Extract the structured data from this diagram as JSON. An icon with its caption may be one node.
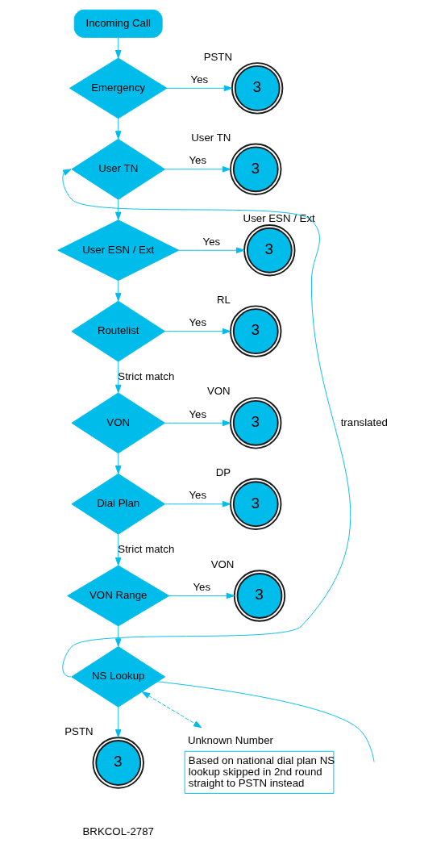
{
  "diagram": {
    "nodes": [
      {
        "text": [
          "Incoming Call"
        ]
      },
      {
        "text": [
          "Emergency"
        ]
      },
      {
        "text": [
          "3"
        ],
        "beside": [
          "PSTN"
        ]
      },
      {
        "text": [
          "User TN"
        ]
      },
      {
        "text": [
          "3"
        ],
        "beside": [
          "User TN"
        ]
      },
      {
        "text": [
          "User ESN / Ext"
        ]
      },
      {
        "text": [
          "3"
        ],
        "beside": [
          "User ESN / Ext"
        ]
      },
      {
        "text": [
          "Routelist"
        ]
      },
      {
        "text": [
          "3"
        ],
        "beside": [
          "RL"
        ]
      },
      {
        "text": [
          "VON"
        ]
      },
      {
        "text": [
          "3"
        ],
        "beside": [
          "VON"
        ]
      },
      {
        "text": [
          "Dial Plan"
        ]
      },
      {
        "text": [
          "3"
        ],
        "beside": [
          "DP"
        ]
      },
      {
        "text": [
          "VON Range"
        ]
      },
      {
        "text": [
          "3"
        ],
        "beside": [
          "VON"
        ]
      },
      {
        "text": [
          "NS Lookup"
        ]
      },
      {
        "text": [
          "3"
        ],
        "beside": [
          "PSTN"
        ]
      },
      {
        "text": [
          "Unknown Number",
          "Based on national dial plan NS lookup skipped in 2nd round straight to PSTN instead"
        ]
      }
    ],
    "edges": [
      {
        "from": 0,
        "to": 1,
        "arrow": "to"
      },
      {
        "from": 1,
        "to": 2,
        "arrow": "to",
        "label": "Yes"
      },
      {
        "from": 1,
        "to": 3,
        "arrow": "to"
      },
      {
        "from": 3,
        "to": 4,
        "arrow": "to",
        "label": "Yes"
      },
      {
        "from": 3,
        "to": 5,
        "arrow": "to"
      },
      {
        "from": 5,
        "to": 6,
        "arrow": "to",
        "label": "Yes"
      },
      {
        "from": 5,
        "to": 7,
        "arrow": "to"
      },
      {
        "from": 7,
        "to": 8,
        "arrow": "to",
        "label": "Yes"
      },
      {
        "from": 7,
        "to": 9,
        "arrow": "to",
        "label": "Strict match"
      },
      {
        "from": 9,
        "to": 10,
        "arrow": "to",
        "label": "Yes"
      },
      {
        "from": 9,
        "to": 11,
        "arrow": "to"
      },
      {
        "from": 11,
        "to": 12,
        "arrow": "to",
        "label": "Yes"
      },
      {
        "from": 11,
        "to": 13,
        "arrow": "to",
        "label": "Strict match"
      },
      {
        "from": 13,
        "to": 14,
        "arrow": "to",
        "label": "Yes"
      },
      {
        "from": 13,
        "to": 15,
        "arrow": "to"
      },
      {
        "from": 15,
        "to": 16,
        "arrow": "to"
      },
      {
        "from": 15,
        "to": 3,
        "arrow": "to",
        "label": "translated"
      },
      {
        "from": 15,
        "to": null,
        "arrow": "none"
      },
      {
        "from": 15,
        "to": 17,
        "arrow": "both",
        "style": "dashed"
      }
    ],
    "labels": [
      "BRKCOL-2787"
    ]
  }
}
